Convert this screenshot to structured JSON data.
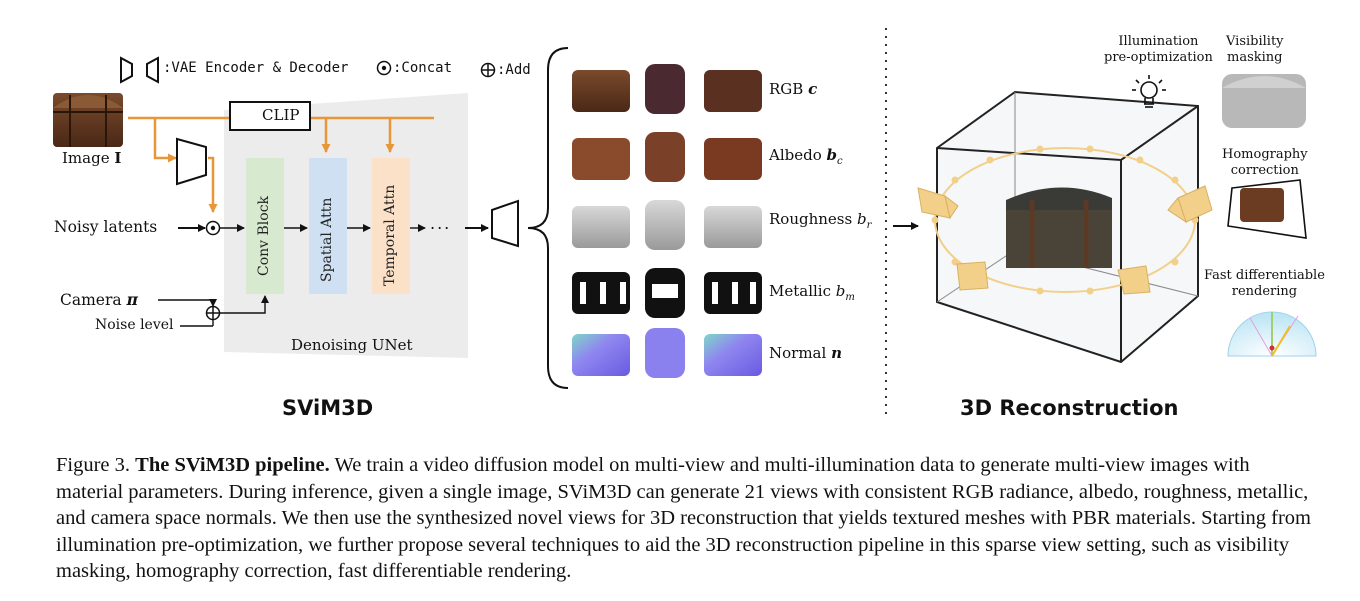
{
  "legend": {
    "vae": ":VAE Encoder & Decoder",
    "concat": ":Concat",
    "add": ":Add"
  },
  "inputs": {
    "image_label": "Image",
    "image_symbol": "I",
    "noisy_latents": "Noisy latents",
    "camera_label": "Camera",
    "camera_symbol": "π",
    "noise_level": "Noise level",
    "clip": "CLIP",
    "ellipsis": "..."
  },
  "unet": {
    "conv_block": "Conv Block",
    "spatial_attn": "Spatial Attn",
    "temporal_attn": "Temporal Attn",
    "caption": "Denoising UNet"
  },
  "outputs": [
    {
      "name": "RGB",
      "symbol": "c",
      "sub": ""
    },
    {
      "name": "Albedo",
      "symbol": "b",
      "sub": "c"
    },
    {
      "name": "Roughness",
      "symbol": "b",
      "sub": "r"
    },
    {
      "name": "Metallic",
      "symbol": "b",
      "sub": "m"
    },
    {
      "name": "Normal",
      "symbol": "n",
      "sub": ""
    }
  ],
  "section_titles": {
    "left": "SViM3D",
    "right": "3D Reconstruction"
  },
  "recon": {
    "illumination": "Illumination\npre-optimization",
    "visibility": "Visibility\nmasking",
    "homography": "Homography\ncorrection",
    "fast_render": "Fast differentiable\nrendering"
  },
  "caption": {
    "prefix": "Figure 3. ",
    "bold": "The SViM3D pipeline.",
    "text": " We train a video diffusion model on multi-view and multi-illumination data to generate multi-view images with material parameters. During inference, given a single image, SViM3D  can generate 21 views with consistent RGB radiance, albedo, roughness, metallic, and camera space normals. We then use the synthesized novel views for 3D reconstruction that yields textured meshes with PBR materials. Starting from illumination pre-optimization, we further propose several techniques to aid the 3D reconstruction pipeline in this sparse view setting, such as visibility masking, homography correction, fast differentiable rendering."
  },
  "colors": {
    "arrow_orange": "#e8963a",
    "conv_block_green": "#d7ead0",
    "spatial_blue": "#cfe0f2",
    "temporal_orange": "#fbe1c7",
    "unet_gray": "#ececec",
    "camera_gold": "#f2d08a",
    "chest_brown": "#6b3c22"
  }
}
